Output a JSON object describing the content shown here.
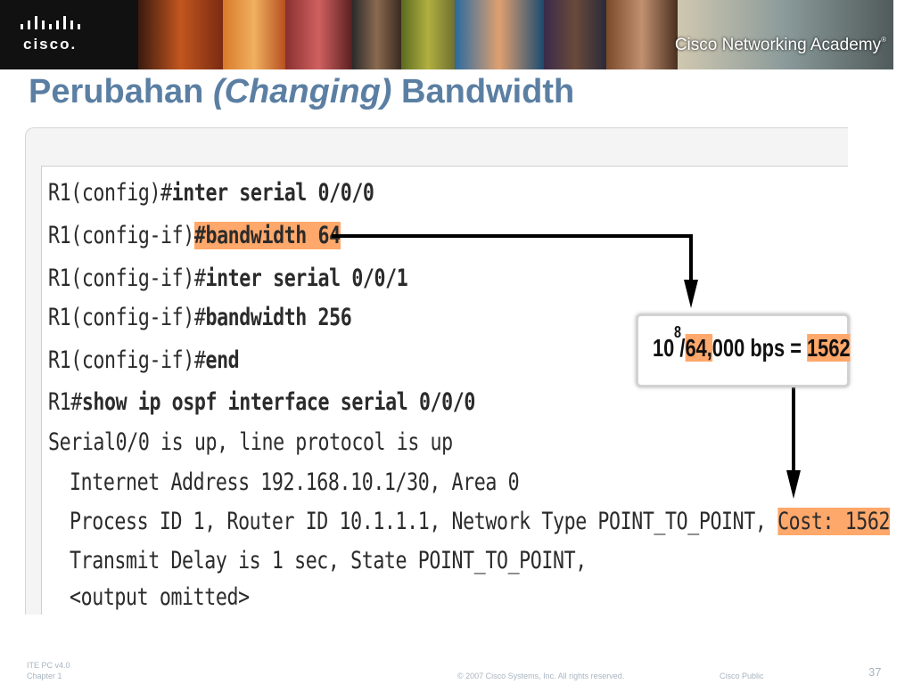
{
  "header": {
    "logo_text": "cisco.",
    "academy_text": "Cisco Networking Academy",
    "academy_reg": "®"
  },
  "title": {
    "part1": "Perubahan ",
    "part2": "(Changing)",
    "part3": " Bandwidth"
  },
  "cli": {
    "line1": {
      "prompt": "R1(config)#",
      "cmd": "inter serial 0/0/0"
    },
    "line2": {
      "prompt": "R1(config-if)",
      "cmd": "#bandwidth 64"
    },
    "line3": {
      "prompt": "R1(config-if)#",
      "cmd": "inter serial 0/0/1"
    },
    "line4": {
      "prompt": "R1(config-if)#",
      "cmd": "bandwidth 256"
    },
    "line5": {
      "prompt": "R1(config-if)#",
      "cmd": "end"
    },
    "line6": {
      "prompt": "R1#",
      "cmd": "show ip ospf interface serial 0/0/0"
    },
    "line7": "Serial0/0 is up, line protocol is up",
    "line8": "Internet Address 192.168.10.1/30, Area 0",
    "line9_text": "Process ID 1, Router ID 10.1.1.1, Network Type POINT_TO_POINT, ",
    "line9_cost": "Cost: 1562",
    "line10": "Transmit Delay is 1 sec, State POINT_TO_POINT,",
    "line11": "<output omitted>"
  },
  "formula": {
    "base": "10",
    "exponent": "8",
    "slash": "/",
    "divisor": "64,",
    "rest": "000 bps = ",
    "result": "1562"
  },
  "footer": {
    "course": "ITE PC v4.0",
    "chapter": "Chapter 1",
    "copyright": "© 2007 Cisco Systems, Inc. All rights reserved.",
    "classification": "Cisco Public",
    "page_number": "37"
  },
  "colors": {
    "title": "#5b7fa3",
    "highlight": "#ffa86b",
    "banner": "#1a1412"
  }
}
